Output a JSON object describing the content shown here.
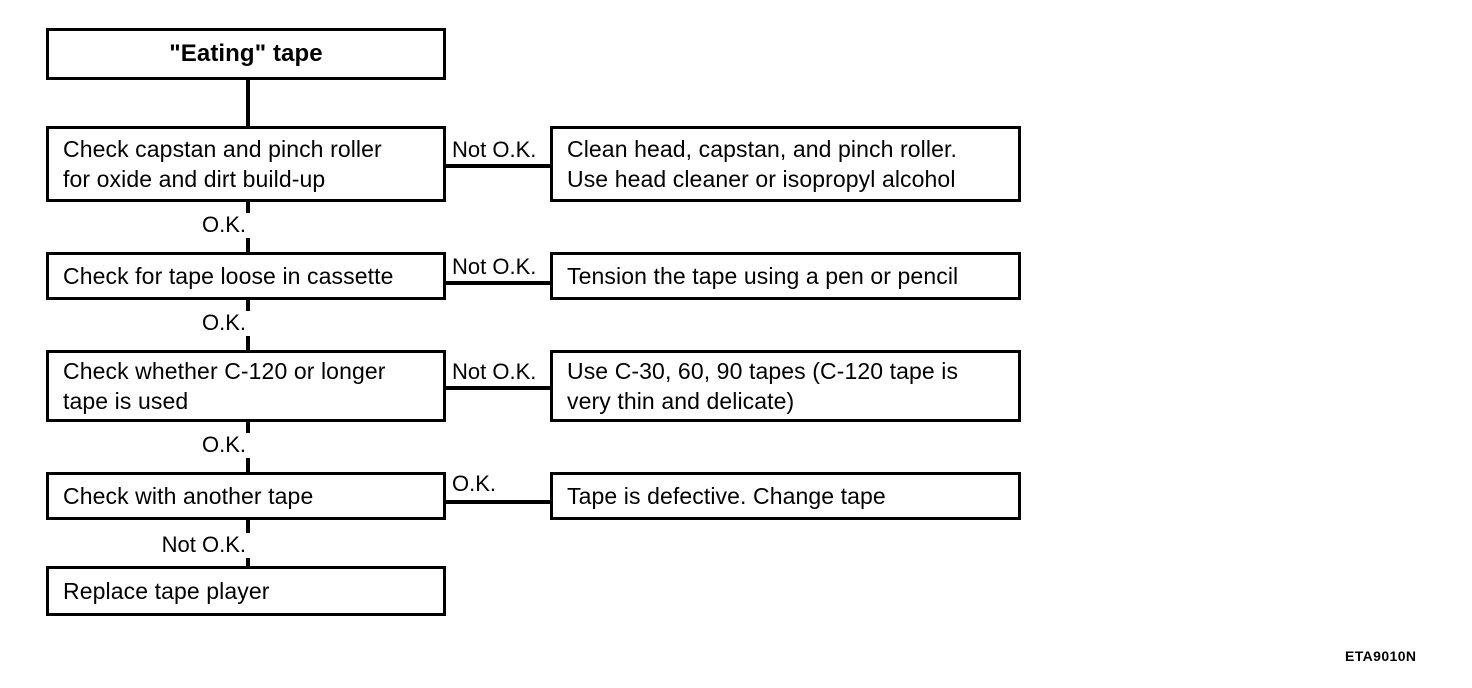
{
  "diagram": {
    "title": "\"Eating\" tape",
    "reference_code": "ETA9010N",
    "colors": {
      "ink": "#000000",
      "paper": "#ffffff"
    },
    "nodes": {
      "title_box": {
        "text": "\"Eating\" tape"
      },
      "check_capstan": {
        "line1": "Check capstan and pinch roller",
        "line2": "for oxide and dirt build-up"
      },
      "clean_head": {
        "line1": "Clean head, capstan, and pinch roller.",
        "line2": "Use head cleaner or isopropyl alcohol"
      },
      "check_loose": {
        "line1": "Check for tape loose in cassette"
      },
      "tension_tape": {
        "line1": "Tension the tape using a pen or pencil"
      },
      "check_c120": {
        "line1": "Check whether C-120 or longer",
        "line2": "tape is used"
      },
      "use_shorter_tape": {
        "line1": "Use C-30, 60, 90 tapes (C-120 tape is",
        "line2": "very thin and delicate)"
      },
      "check_another_tape": {
        "line1": "Check with another tape"
      },
      "tape_defective": {
        "line1": "Tape is defective. Change tape"
      },
      "replace_player": {
        "line1": "Replace tape player"
      }
    },
    "edge_labels": {
      "branch_capstan": "Not O.K.",
      "flow_to_loose": "O.K.",
      "branch_loose": "Not O.K.",
      "flow_to_c120": "O.K.",
      "branch_c120": "Not O.K.",
      "flow_to_another": "O.K.",
      "branch_another": "O.K.",
      "flow_to_replace": "Not O.K."
    }
  }
}
